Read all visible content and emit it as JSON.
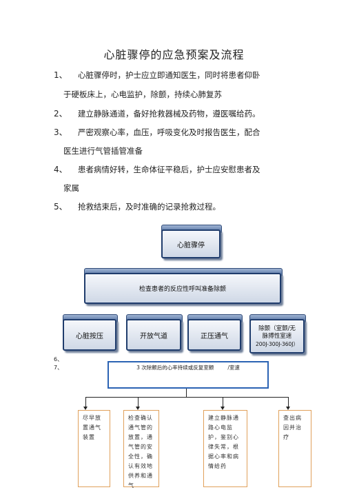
{
  "title": "心脏骤停的应急预案及流程",
  "items": [
    {
      "num": "1、",
      "text": "心脏骤停时，护士应立即通知医生，同时将患者仰卧",
      "cont": "于硬板床上，心电监护，除颤，持续心肺复苏"
    },
    {
      "num": "2、",
      "text": "建立静脉通道，备好抢救器械及药物，遵医嘱给药。"
    },
    {
      "num": "3、",
      "text": "严密观察心率，血压，呼吸变化及时报告医生，配合",
      "cont": "医生进行气管插管准备"
    },
    {
      "num": "4、",
      "text": "患者病情好转，生命体征平稳后，护士应安慰患者及",
      "cont": "家属"
    },
    {
      "num": "5、",
      "text": "抢救结束后，及时准确的记录抢救过程。"
    }
  ],
  "flow": {
    "top": "心脏骤停",
    "check": "检查患者的反应性呼叫准备除颤",
    "branches": [
      "心脏按压",
      "开放气道",
      "正压通气"
    ],
    "defib_line1": "除颤（室颤/无",
    "defib_line2": "脉搏性室速",
    "defib_line3": "200J-300J-360J）",
    "label6": "6、",
    "label7": "7、",
    "outline_text": "3 次除颤后的心率持续或反复室颤",
    "outline_suffix": "/室速",
    "sub": [
      "尽早放置通气装置",
      "检查确认通气管的放置，通气管的安全性，确认有效地供养和通气",
      "建立静脉通路心电监护，鉴别心律失常，根据心率和病情给药",
      "查出病因并治疗"
    ]
  }
}
